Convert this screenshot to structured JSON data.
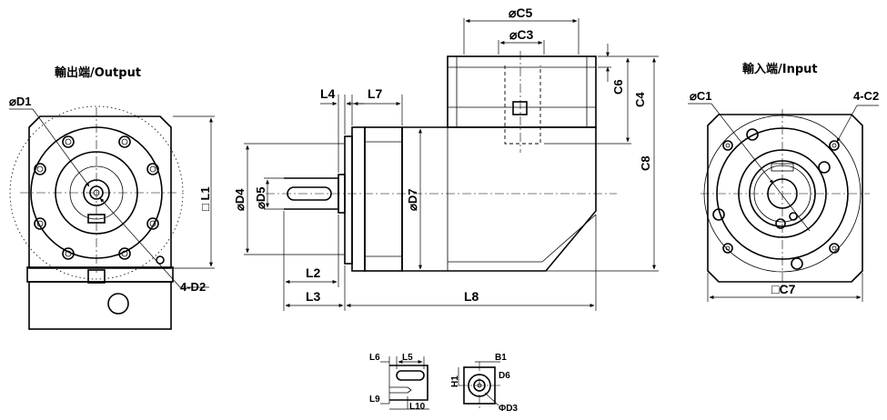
{
  "titles": {
    "output": "輸出端/Output",
    "input": "輸入端/Input"
  },
  "labels": {
    "D1": "⌀D1",
    "L1": "□ L1",
    "D2": "4-D2",
    "L4": "L4",
    "L7": "L7",
    "C5": "⌀C5",
    "C3": "⌀C3",
    "C6": "C6",
    "C4": "C4",
    "C8": "C8",
    "D4": "⌀D4",
    "D5": "⌀D5",
    "D7": "⌀D7",
    "L2": "L2",
    "L3": "L3",
    "L8": "L8",
    "C1": "⌀C1",
    "C2": "4-C2",
    "C7": "□C7",
    "L6": "L6",
    "L5": "L5",
    "L9": "L9",
    "L10": "L10",
    "B1": "B1",
    "H1": "H1",
    "D6": "D6",
    "D3": "ΦD3"
  }
}
